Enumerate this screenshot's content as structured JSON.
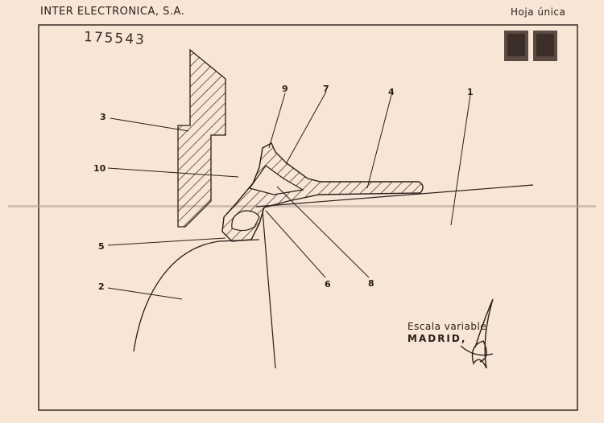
{
  "header": {
    "company": "INTER ELECTRONICA, S.A.",
    "sheet": "Hoja única"
  },
  "drawing": {
    "reference_number": "175543",
    "part_labels": [
      "1",
      "2",
      "3",
      "4",
      "5",
      "6",
      "7",
      "8",
      "9",
      "10"
    ]
  },
  "footer": {
    "scale_note": "Escala variable",
    "city": "MADRID,"
  }
}
